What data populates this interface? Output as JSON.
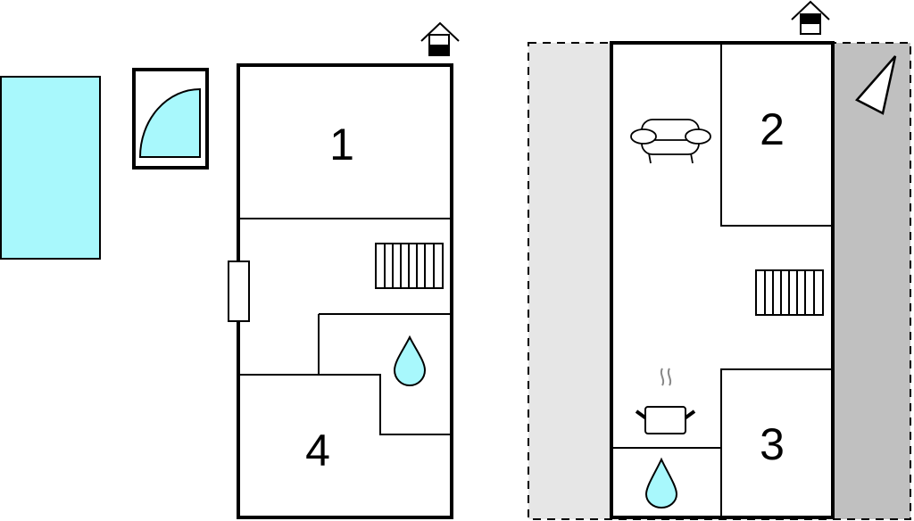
{
  "rooms": {
    "r1": "1",
    "r2": "2",
    "r3": "3",
    "r4": "4"
  },
  "colors": {
    "water": "#a8f8fc",
    "terrace_light": "#e6e6e6",
    "terrace_dark": "#c0c0c0",
    "wall": "#000000"
  },
  "icons": [
    "pool-icon",
    "shower-icon",
    "staircase-icon",
    "water-drop-icon",
    "door-icon",
    "entrance-house-icon",
    "sofa-icon",
    "cooking-pot-icon",
    "compass-icon"
  ]
}
